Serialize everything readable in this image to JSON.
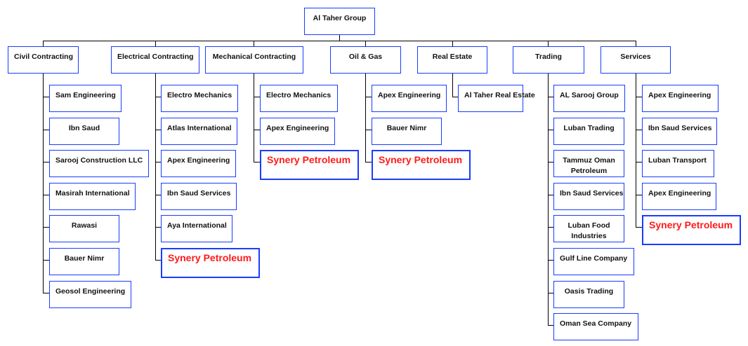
{
  "root": {
    "label": "Al Taher Group"
  },
  "divisions": [
    {
      "label": "Civil Contracting",
      "children": [
        "Sam Engineering",
        "Ibn Saud",
        "Sarooj Construction LLC",
        "Masirah International",
        "Rawasi",
        "Bauer Nimr",
        "Geosol Engineering"
      ]
    },
    {
      "label": "Electrical Contracting",
      "children": [
        "Electro Mechanics",
        "Atlas International",
        "Apex Engineering",
        "Ibn Saud Services",
        "Aya International",
        "Synery Petroleum"
      ]
    },
    {
      "label": "Mechanical Contracting",
      "children": [
        "Electro Mechanics",
        "Apex Engineering",
        "Synery Petroleum"
      ]
    },
    {
      "label": "Oil & Gas",
      "children": [
        "Apex Engineering",
        "Bauer Nimr",
        "Synery Petroleum"
      ]
    },
    {
      "label": "Real Estate",
      "children": [
        "Al Taher Real Estate"
      ]
    },
    {
      "label": "Trading",
      "children": [
        "AL Sarooj Group",
        "Luban Trading",
        "Tammuz Oman Petroleum",
        "Ibn Saud Services",
        "Luban Food Industries",
        "Gulf Line Company",
        "Oasis Trading",
        "Oman Sea Company"
      ]
    },
    {
      "label": "Services",
      "children": [
        "Apex Engineering",
        "Ibn Saud Services",
        "Luban Transport",
        "Apex Engineering",
        "Synery Petroleum"
      ]
    }
  ],
  "highlight_label": "Synery Petroleum",
  "colors": {
    "border": "#1a3cff",
    "highlight_text": "#ff1a1a"
  }
}
